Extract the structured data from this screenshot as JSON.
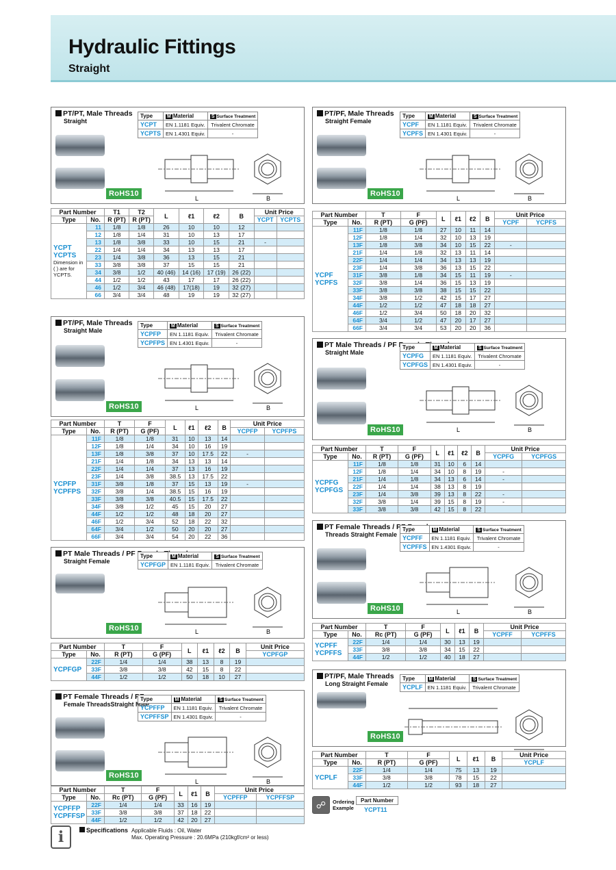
{
  "header": {
    "title": "Hydraulic Fittings",
    "subtitle": "Straight"
  },
  "mat_head": {
    "type": "Type",
    "m": "M",
    "material": "Material",
    "s": "S",
    "surface": "Surface Treatment"
  },
  "b1": {
    "title": "PT/PT, Male Threads",
    "sub": "Straight",
    "m1": {
      "code": "YCPT",
      "mat": "EN 1.1181 Equiv.",
      "surf": "Trivalent Chromate"
    },
    "m2": {
      "code": "YCPTS",
      "mat": "EN 1.4301 Equiv.",
      "surf": "-"
    },
    "dims": {
      "t1": "T1",
      "t2": "T2",
      "l1": "ℓ1",
      "l2": "ℓ2",
      "L": "L",
      "B": "B"
    }
  },
  "b2": {
    "title": "PT/PF, Male Threads",
    "sub": "Straight Male",
    "m1": {
      "code": "YCPFP",
      "mat": "EN 1.1181 Equiv.",
      "surf": "Trivalent Chromate"
    },
    "m2": {
      "code": "YCPFPS",
      "mat": "EN 1.4301 Equiv.",
      "surf": "-"
    }
  },
  "b3": {
    "title": "PT Male Threads / PF Female Threads",
    "sub": "Straight Female",
    "m1": {
      "code": "YCPFGP",
      "mat": "EN 1.1181 Equiv.",
      "surf": "Trivalent Chromate"
    }
  },
  "b4": {
    "title": "PT Female Threads / PF",
    "sub": "Female ThreadsStraight Male",
    "m1": {
      "code": "YCPFFP",
      "mat": "EN 1.1181 Equiv.",
      "surf": "Trivalent Chromate"
    },
    "m2": {
      "code": "YCPFFSP",
      "mat": "EN 1.4301 Equiv.",
      "surf": "-"
    }
  },
  "b5": {
    "title": "PT/PF, Male Threads",
    "sub": "Straight Female",
    "m1": {
      "code": "YCPF",
      "mat": "EN 1.1181 Equiv.",
      "surf": "Trivalent Chromate"
    },
    "m2": {
      "code": "YCPFS",
      "mat": "EN 1.4301 Equiv.",
      "surf": "-"
    }
  },
  "b6": {
    "title": "PT Male Threads / PF Female Threads",
    "sub": "Straight Male",
    "m1": {
      "code": "YCPFG",
      "mat": "EN 1.1181 Equiv.",
      "surf": "Trivalent Chromate"
    },
    "m2": {
      "code": "YCPFGS",
      "mat": "EN 1.4301 Equiv.",
      "surf": "-"
    }
  },
  "b7": {
    "title": "PT Female Threads / PF Female",
    "sub": "Threads Straight Female",
    "m1": {
      "code": "YCPFF",
      "mat": "EN 1.1181 Equiv.",
      "surf": "Trivalent Chromate"
    },
    "m2": {
      "code": "YCPFFS",
      "mat": "EN 1.4301 Equiv.",
      "surf": "-"
    }
  },
  "b8": {
    "title": "PT/PF, Male Threads",
    "sub": "Long Straight Female",
    "m1": {
      "code": "YCPLF",
      "mat": "EN 1.1181 Equiv.",
      "surf": "Trivalent Chromate"
    }
  },
  "rohs": "RoHS10",
  "t1": {
    "head": [
      "Part Number",
      "T1",
      "T2",
      "L",
      "ℓ1",
      "ℓ2",
      "B",
      "Unit Price"
    ],
    "sub": [
      "Type",
      "No.",
      "R (PT)",
      "R (PT)",
      "YCPT",
      "YCPTS"
    ],
    "types": [
      "YCPT",
      "YCPTS"
    ],
    "note": "Dimension in ( ) are for YCPTS.",
    "rows": [
      [
        "11",
        "1/8",
        "1/8",
        "26",
        "10",
        "10",
        "12",
        ""
      ],
      [
        "12",
        "1/8",
        "1/4",
        "31",
        "10",
        "13",
        "17",
        ""
      ],
      [
        "13",
        "1/8",
        "3/8",
        "33",
        "10",
        "15",
        "21",
        "-"
      ],
      [
        "22",
        "1/4",
        "1/4",
        "34",
        "13",
        "13",
        "17",
        ""
      ],
      [
        "23",
        "1/4",
        "3/8",
        "36",
        "13",
        "15",
        "21",
        ""
      ],
      [
        "33",
        "3/8",
        "3/8",
        "37",
        "15",
        "15",
        "21",
        ""
      ],
      [
        "34",
        "3/8",
        "1/2",
        "40 (46)",
        "14 (16)",
        "17 (19)",
        "26 (22)",
        ""
      ],
      [
        "44",
        "1/2",
        "1/2",
        "43",
        "17",
        "17",
        "26 (22)",
        ""
      ],
      [
        "46",
        "1/2",
        "3/4",
        "46 (48)",
        "17(18)",
        "19",
        "32 (27)",
        ""
      ],
      [
        "66",
        "3/4",
        "3/4",
        "48",
        "19",
        "19",
        "32 (27)",
        ""
      ]
    ]
  },
  "t2": {
    "head": [
      "Part Number",
      "T",
      "F",
      "L",
      "ℓ1",
      "ℓ2",
      "B",
      "Unit Price"
    ],
    "sub": [
      "Type",
      "No.",
      "R (PT)",
      "G (PF)",
      "YCPFP",
      "YCPFPS"
    ],
    "types": [
      "YCPFP",
      "YCPFPS"
    ],
    "rows": [
      [
        "11F",
        "1/8",
        "1/8",
        "31",
        "10",
        "13",
        "14",
        ""
      ],
      [
        "12F",
        "1/8",
        "1/4",
        "34",
        "10",
        "16",
        "19",
        ""
      ],
      [
        "13F",
        "1/8",
        "3/8",
        "37",
        "10",
        "17.5",
        "22",
        "-"
      ],
      [
        "21F",
        "1/4",
        "1/8",
        "34",
        "13",
        "13",
        "14",
        ""
      ],
      [
        "22F",
        "1/4",
        "1/4",
        "37",
        "13",
        "16",
        "19",
        ""
      ],
      [
        "23F",
        "1/4",
        "3/8",
        "38.5",
        "13",
        "17.5",
        "22",
        ""
      ],
      [
        "31F",
        "3/8",
        "1/8",
        "37",
        "15",
        "13",
        "19",
        "-"
      ],
      [
        "32F",
        "3/8",
        "1/4",
        "38.5",
        "15",
        "16",
        "19",
        ""
      ],
      [
        "33F",
        "3/8",
        "3/8",
        "40.5",
        "15",
        "17.5",
        "22",
        ""
      ],
      [
        "34F",
        "3/8",
        "1/2",
        "45",
        "15",
        "20",
        "27",
        ""
      ],
      [
        "44F",
        "1/2",
        "1/2",
        "48",
        "18",
        "20",
        "27",
        ""
      ],
      [
        "46F",
        "1/2",
        "3/4",
        "52",
        "18",
        "22",
        "32",
        ""
      ],
      [
        "64F",
        "3/4",
        "1/2",
        "50",
        "20",
        "20",
        "27",
        ""
      ],
      [
        "66F",
        "3/4",
        "3/4",
        "54",
        "20",
        "22",
        "36",
        ""
      ]
    ]
  },
  "t3": {
    "head": [
      "Part Number",
      "T",
      "F",
      "L",
      "ℓ1",
      "ℓ2",
      "B",
      "Unit Price"
    ],
    "sub": [
      "Type",
      "No.",
      "R (PT)",
      "G (PF)",
      "YCPFGP"
    ],
    "types": [
      "YCPFGP"
    ],
    "rows": [
      [
        "22F",
        "1/4",
        "1/4",
        "38",
        "13",
        "8",
        "19"
      ],
      [
        "33F",
        "3/8",
        "3/8",
        "42",
        "15",
        "8",
        "22"
      ],
      [
        "44F",
        "1/2",
        "1/2",
        "50",
        "18",
        "10",
        "27"
      ]
    ]
  },
  "t4": {
    "head": [
      "Part Number",
      "T",
      "F",
      "L",
      "ℓ1",
      "B",
      "Unit Price"
    ],
    "sub": [
      "Type",
      "No.",
      "Rc (PT)",
      "G (PF)",
      "YCPFFP",
      "YCPFFSP"
    ],
    "types": [
      "YCPFFP",
      "YCPFFSP"
    ],
    "rows": [
      [
        "22F",
        "1/4",
        "1/4",
        "33",
        "16",
        "19",
        ""
      ],
      [
        "33F",
        "3/8",
        "3/8",
        "37",
        "18",
        "22",
        ""
      ],
      [
        "44F",
        "1/2",
        "1/2",
        "42",
        "20",
        "27",
        ""
      ]
    ]
  },
  "t5": {
    "head": [
      "Part Number",
      "T",
      "F",
      "L",
      "ℓ1",
      "ℓ2",
      "B",
      "Unit Price"
    ],
    "sub": [
      "Type",
      "No.",
      "R (PT)",
      "G (PF)",
      "YCPF",
      "YCPFS"
    ],
    "types": [
      "YCPF",
      "YCPFS"
    ],
    "rows": [
      [
        "11F",
        "1/8",
        "1/8",
        "27",
        "10",
        "11",
        "14",
        ""
      ],
      [
        "12F",
        "1/8",
        "1/4",
        "32",
        "10",
        "13",
        "19",
        ""
      ],
      [
        "13F",
        "1/8",
        "3/8",
        "34",
        "10",
        "15",
        "22",
        "-"
      ],
      [
        "21F",
        "1/4",
        "1/8",
        "32",
        "13",
        "11",
        "14",
        ""
      ],
      [
        "22F",
        "1/4",
        "1/4",
        "34",
        "13",
        "13",
        "19",
        ""
      ],
      [
        "23F",
        "1/4",
        "3/8",
        "36",
        "13",
        "15",
        "22",
        ""
      ],
      [
        "31F",
        "3/8",
        "1/8",
        "34",
        "15",
        "11",
        "19",
        "-"
      ],
      [
        "32F",
        "3/8",
        "1/4",
        "36",
        "15",
        "13",
        "19",
        ""
      ],
      [
        "33F",
        "3/8",
        "3/8",
        "38",
        "15",
        "15",
        "22",
        ""
      ],
      [
        "34F",
        "3/8",
        "1/2",
        "42",
        "15",
        "17",
        "27",
        ""
      ],
      [
        "44F",
        "1/2",
        "1/2",
        "47",
        "18",
        "18",
        "27",
        ""
      ],
      [
        "46F",
        "1/2",
        "3/4",
        "50",
        "18",
        "20",
        "32",
        ""
      ],
      [
        "64F",
        "3/4",
        "1/2",
        "47",
        "20",
        "17",
        "27",
        ""
      ],
      [
        "66F",
        "3/4",
        "3/4",
        "53",
        "20",
        "20",
        "36",
        ""
      ]
    ]
  },
  "t6": {
    "head": [
      "Part Number",
      "T",
      "F",
      "L",
      "ℓ1",
      "ℓ2",
      "B",
      "Unit Price"
    ],
    "sub": [
      "Type",
      "No.",
      "R (PT)",
      "G (PF)",
      "YCPFG",
      "YCPFGS"
    ],
    "types": [
      "YCPFG",
      "YCPFGS"
    ],
    "rows": [
      [
        "11F",
        "1/8",
        "1/8",
        "31",
        "10",
        "6",
        "14",
        ""
      ],
      [
        "12F",
        "1/8",
        "1/4",
        "34",
        "10",
        "8",
        "19",
        "-"
      ],
      [
        "21F",
        "1/4",
        "1/8",
        "34",
        "13",
        "6",
        "14",
        "-"
      ],
      [
        "22F",
        "1/4",
        "1/4",
        "38",
        "13",
        "8",
        "19",
        ""
      ],
      [
        "23F",
        "1/4",
        "3/8",
        "39",
        "13",
        "8",
        "22",
        "-"
      ],
      [
        "32F",
        "3/8",
        "1/4",
        "39",
        "15",
        "8",
        "19",
        "-"
      ],
      [
        "33F",
        "3/8",
        "3/8",
        "42",
        "15",
        "8",
        "22",
        ""
      ]
    ]
  },
  "t7": {
    "head": [
      "Part Number",
      "T",
      "F",
      "L",
      "ℓ1",
      "B",
      "Unit Price"
    ],
    "sub": [
      "Type",
      "No.",
      "Rc (PT)",
      "G (PF)",
      "YCPFF",
      "YCPFFS"
    ],
    "types": [
      "YCPFF",
      "YCPFFS"
    ],
    "rows": [
      [
        "22F",
        "1/4",
        "1/4",
        "30",
        "13",
        "19",
        ""
      ],
      [
        "33F",
        "3/8",
        "3/8",
        "34",
        "15",
        "22",
        ""
      ],
      [
        "44F",
        "1/2",
        "1/2",
        "40",
        "18",
        "27",
        ""
      ]
    ]
  },
  "t8": {
    "head": [
      "Part Number",
      "T",
      "F",
      "L",
      "ℓ1",
      "B",
      "Unit Price"
    ],
    "sub": [
      "Type",
      "No.",
      "R (PT)",
      "G (PF)",
      "YCPLF"
    ],
    "types": [
      "YCPLF"
    ],
    "rows": [
      [
        "22F",
        "1/4",
        "1/4",
        "75",
        "13",
        "19"
      ],
      [
        "33F",
        "3/8",
        "3/8",
        "78",
        "15",
        "22"
      ],
      [
        "44F",
        "1/2",
        "1/2",
        "93",
        "18",
        "27"
      ]
    ]
  },
  "order": {
    "label": "Ordering Example",
    "part_label": "Part Number",
    "part": "YCPT11"
  },
  "spec": {
    "title": "Specifications",
    "line1": "Applicable Fluids : Oil, Water",
    "line2": "Max. Operating Pressure : 20.6MPa (210kgf/cm² or less)"
  }
}
